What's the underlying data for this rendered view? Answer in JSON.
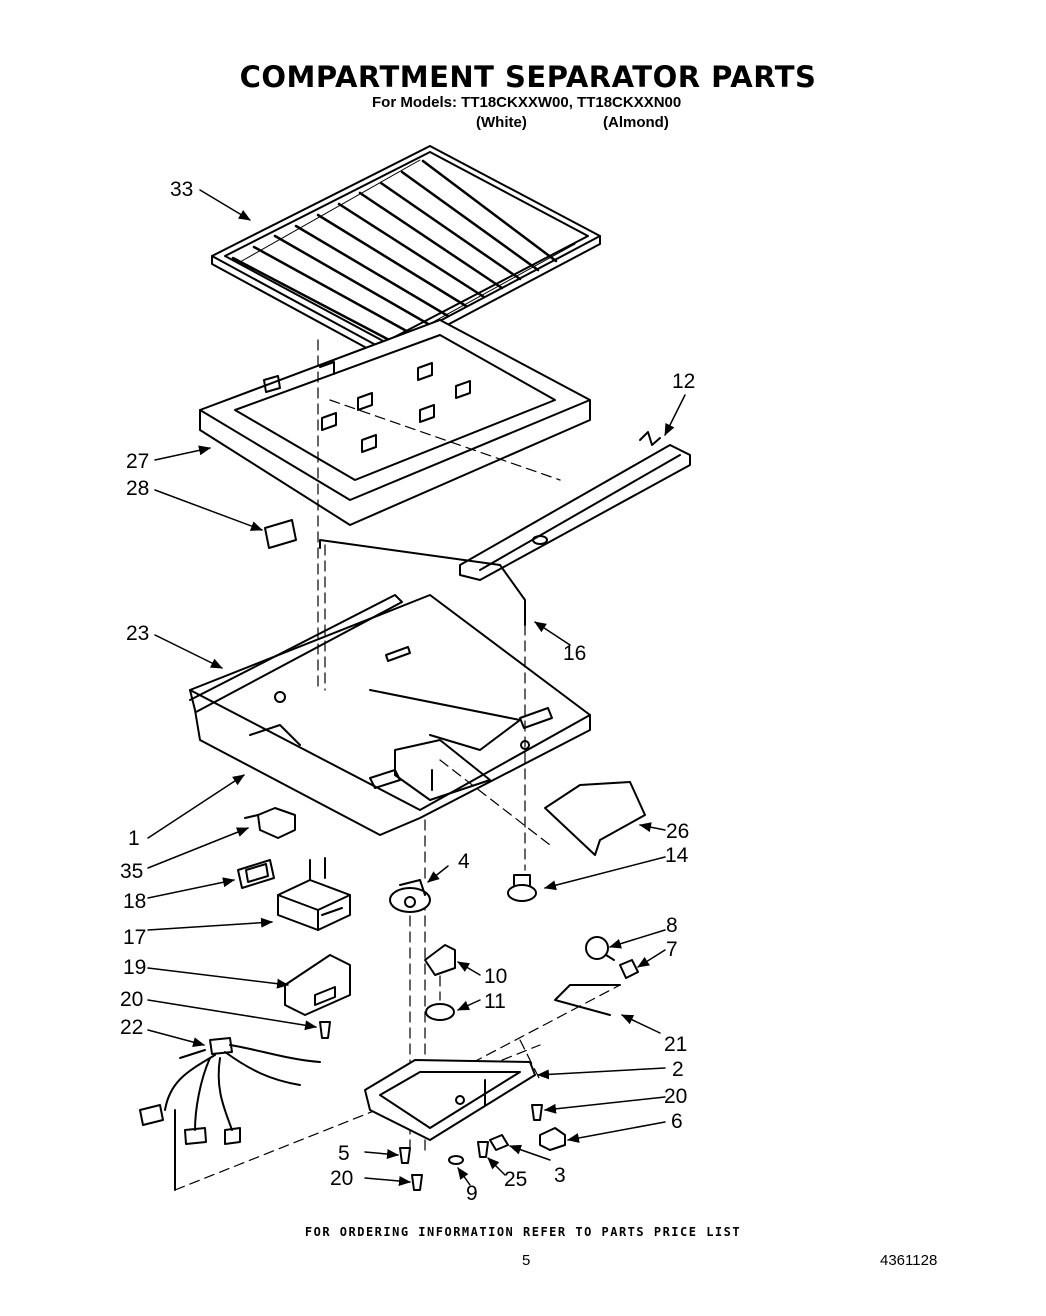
{
  "header": {
    "title": "COMPARTMENT SEPARATOR PARTS",
    "models_line": "For Models: TT18CKXXW00, TT18CKXXN00",
    "variant_white": "(White)",
    "variant_almond": "(Almond)"
  },
  "callouts": [
    "33",
    "12",
    "27",
    "28",
    "23",
    "16",
    "1",
    "26",
    "35",
    "14",
    "4",
    "18",
    "17",
    "8",
    "7",
    "19",
    "10",
    "20",
    "11",
    "22",
    "21",
    "2",
    "20",
    "6",
    "5",
    "3",
    "20",
    "9",
    "25"
  ],
  "footer": {
    "ordering_note": "FOR ORDERING INFORMATION REFER TO PARTS PRICE LIST",
    "page_number": "5",
    "document_number": "4361128"
  }
}
